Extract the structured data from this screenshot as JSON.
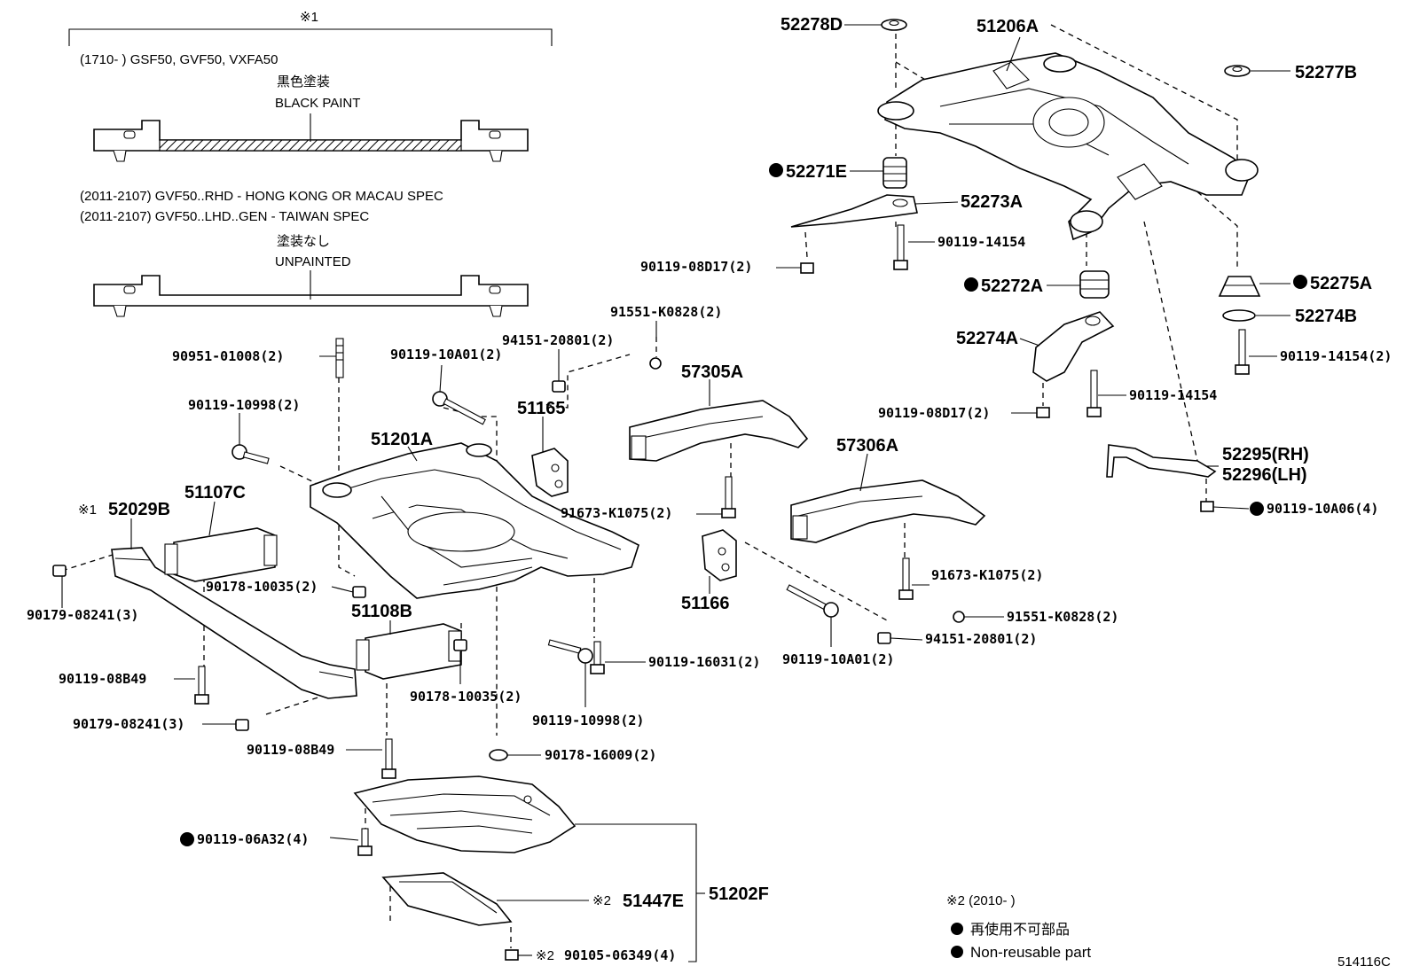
{
  "diagram_code": "514116C",
  "inset": {
    "ref_mark": "※1",
    "variant_a_models": "(1710-      ) GSF50, GVF50, VXFA50",
    "variant_a_jp": "黒色塗装",
    "variant_a_en": "BLACK PAINT",
    "variant_b_line1": "(2011-2107) GVF50..RHD - HONG KONG OR MACAU SPEC",
    "variant_b_line2": "(2011-2107) GVF50..LHD..GEN - TAIWAN SPEC",
    "variant_b_jp": "塗装なし",
    "variant_b_en": "UNPAINTED"
  },
  "callouts": {
    "p52278D": "52278D",
    "p51206A": "51206A",
    "p52277B": "52277B",
    "p52271E": "52271E",
    "p52273A": "52273A",
    "p90119_14154_a": "90119-14154",
    "p90119_08D17_a": "90119-08D17(2)",
    "p52272A": "52272A",
    "p52275A": "52275A",
    "p52274B": "52274B",
    "p52274A": "52274A",
    "p90119_14154_2": "90119-14154(2)",
    "p90119_14154_b": "90119-14154",
    "p90119_08D17_b": "90119-08D17(2)",
    "p52295": "52295(RH)",
    "p52296": "52296(LH)",
    "p90119_10A06": "90119-10A06(4)",
    "p91551_a": "91551-K0828(2)",
    "p94151_a": "94151-20801(2)",
    "p90951": "90951-01008(2)",
    "p90119_10A01_a": "90119-10A01(2)",
    "p57305A": "57305A",
    "p51165": "51165",
    "p90119_10998_a": "90119-10998(2)",
    "p51201A": "51201A",
    "p57306A": "57306A",
    "p52029B_mark": "※1",
    "p52029B": "52029B",
    "p51107C": "51107C",
    "p91673_a": "91673-K1075(2)",
    "p90179_a": "90179-08241(3)",
    "p90178_10035_a": "90178-10035(2)",
    "p51166": "51166",
    "p91673_b": "91673-K1075(2)",
    "p51108B": "51108B",
    "p91551_b": "91551-K0828(2)",
    "p94151_b": "94151-20801(2)",
    "p90119_16031": "90119-16031(2)",
    "p90119_10A01_b": "90119-10A01(2)",
    "p90119_08B49_a": "90119-08B49",
    "p90178_10035_b": "90178-10035(2)",
    "p90179_b": "90179-08241(3)",
    "p90119_10998_b": "90119-10998(2)",
    "p90119_08B49_b": "90119-08B49",
    "p90178_16009": "90178-16009(2)",
    "p90119_06A32": "90119-06A32(4)",
    "p51202F": "51202F",
    "p51447E_mark": "※2",
    "p51447E": "51447E",
    "p90105_mark": "※2",
    "p90105": "90105-06349(4)"
  },
  "legend": {
    "footnote2": "※2 (2010-      )",
    "jp": "再使用不可部品",
    "en": "Non-reusable part"
  }
}
